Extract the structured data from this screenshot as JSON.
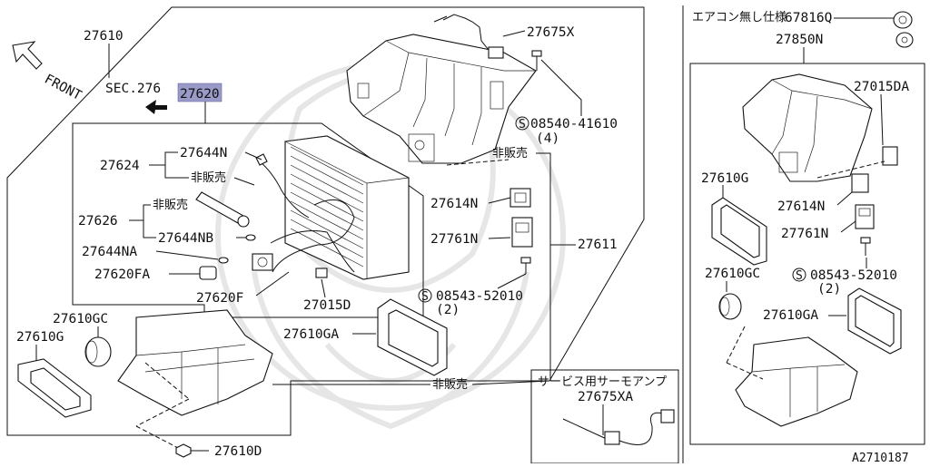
{
  "labels": {
    "front": "FRONT",
    "sec": "SEC.276",
    "p27610": "27610",
    "p27620": "27620",
    "p27675X": "27675X",
    "screw1": "08540-41610",
    "screw1_qty": "(4)",
    "hihanbai_a": "非販売",
    "p27644N": "27644N",
    "p27624": "27624",
    "hihanbai_b": "非販売",
    "hihanbai_c": "非販売",
    "p27626": "27626",
    "p27644NA": "27644NA",
    "p27644NB": "27644NB",
    "p27620FA": "27620FA",
    "p27620F": "27620F",
    "p27015D": "27015D",
    "p27614N": "27614N",
    "p27761N": "27761N",
    "p27611": "27611",
    "screw2": "08543-52010",
    "screw2_qty": "(2)",
    "p27610GC": "27610GC",
    "p27610G": "27610G",
    "p27610GA": "27610GA",
    "hihanbai_d": "非販売",
    "p27610D": "27610D",
    "service_title": "サービス用サーモアンプ",
    "p27675XA": "27675XA",
    "noac_title": "エアコン無し仕様",
    "p67816Q": "67816Q",
    "p27850N": "27850N",
    "r27015DA": "27015DA",
    "r27610G": "27610G",
    "r27614N": "27614N",
    "r27761N": "27761N",
    "r27610GC": "27610GC",
    "r_screw": "08543-52010",
    "r_screw_qty": "(2)",
    "r27610GA": "27610GA",
    "diagram_code": "A2710187"
  },
  "circled_s": "S"
}
